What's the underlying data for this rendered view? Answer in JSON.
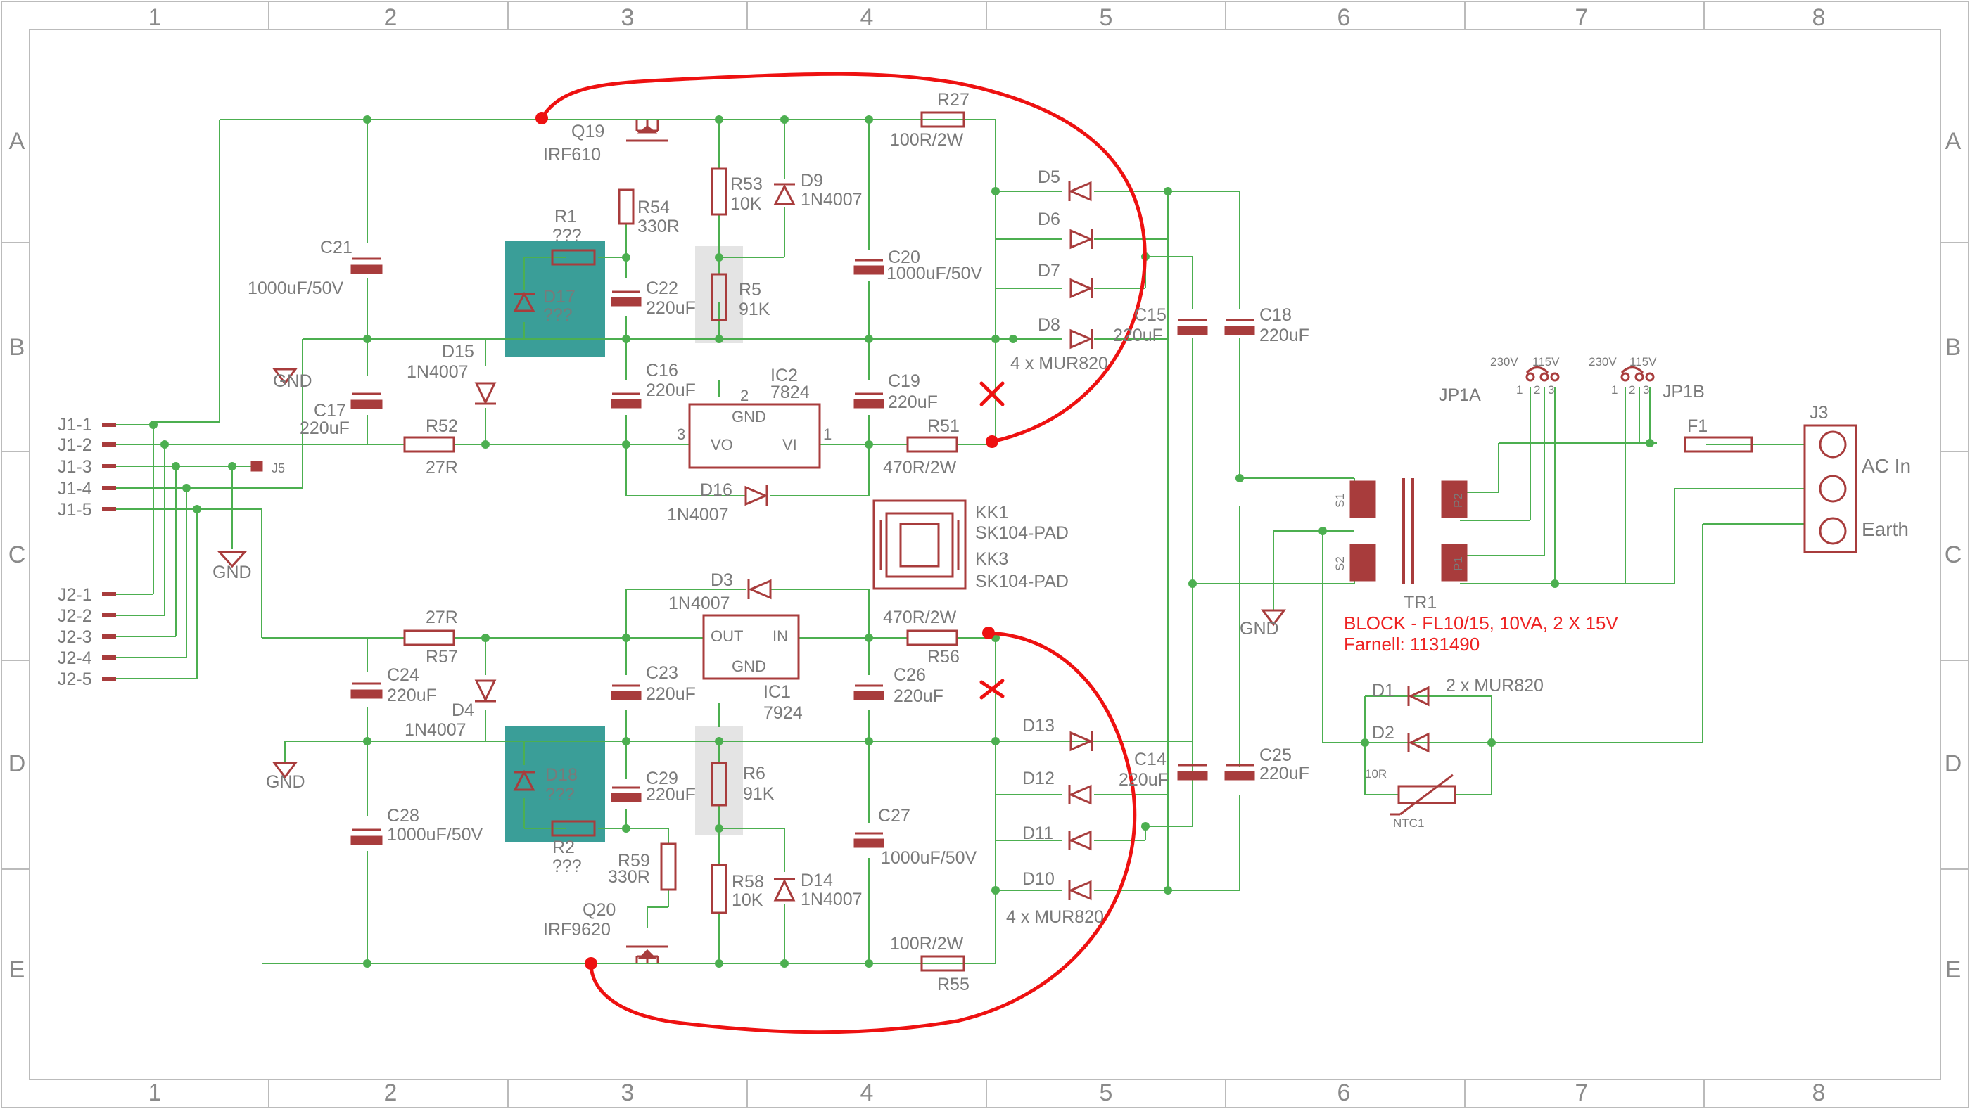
{
  "frame": {
    "columns": [
      "1",
      "2",
      "3",
      "4",
      "5",
      "6",
      "7",
      "8"
    ],
    "rows": [
      "A",
      "B",
      "C",
      "D",
      "E"
    ]
  },
  "connectors": {
    "j1": [
      "J1-1",
      "J1-2",
      "J1-3",
      "J1-4",
      "J1-5"
    ],
    "j2": [
      "J2-1",
      "J2-2",
      "J2-3",
      "J2-4",
      "J2-5"
    ],
    "j5": "J5",
    "j3": "J3",
    "ac_in": "AC In",
    "earth": "Earth"
  },
  "gnd_label": "GND",
  "components": {
    "q19": {
      "name": "Q19",
      "value": "IRF610"
    },
    "q20": {
      "name": "Q20",
      "value": "IRF9620"
    },
    "r54": {
      "name": "R54",
      "value": "330R"
    },
    "r53": {
      "name": "R53",
      "value": "10K"
    },
    "d9": {
      "name": "D9",
      "value": "1N4007"
    },
    "r27": {
      "name": "R27",
      "value": "100R/2W"
    },
    "c21": {
      "name": "C21",
      "value": "1000uF/50V"
    },
    "r1": {
      "name": "R1",
      "value": "???"
    },
    "d17": {
      "name": "D17",
      "value": "???"
    },
    "c22": {
      "name": "C22",
      "value": "220uF"
    },
    "r5": {
      "name": "R5",
      "value": "91K"
    },
    "c20": {
      "name": "C20",
      "value": "1000uF/50V"
    },
    "d15": {
      "name": "D15",
      "value": "1N4007"
    },
    "c17": {
      "name": "C17",
      "value": "220uF"
    },
    "c16": {
      "name": "C16",
      "value": "220uF"
    },
    "ic2": {
      "name": "IC2",
      "value": "7824"
    },
    "c19": {
      "name": "C19",
      "value": "220uF"
    },
    "r52": {
      "name": "R52",
      "value": "27R"
    },
    "r51": {
      "name": "R51",
      "value": "470R/2W"
    },
    "d16": {
      "name": "D16",
      "value": "1N4007"
    },
    "kk1": {
      "name": "KK1",
      "value": "SK104-PAD"
    },
    "kk3": {
      "name": "KK3",
      "value": "SK104-PAD"
    },
    "d3": {
      "name": "D3",
      "value": "1N4007"
    },
    "r57": {
      "name": "R57",
      "value": "27R"
    },
    "r56": {
      "name": "R56",
      "value": "470R/2W"
    },
    "c24": {
      "name": "C24",
      "value": "220uF"
    },
    "d4": {
      "name": "D4",
      "value": "1N4007"
    },
    "c23": {
      "name": "C23",
      "value": "220uF"
    },
    "ic1": {
      "name": "IC1",
      "value": "7924"
    },
    "c26": {
      "name": "C26",
      "value": "220uF"
    },
    "d18": {
      "name": "D18",
      "value": "???"
    },
    "c29": {
      "name": "C29",
      "value": "220uF"
    },
    "r6": {
      "name": "R6",
      "value": "91K"
    },
    "c28": {
      "name": "C28",
      "value": "1000uF/50V"
    },
    "c27": {
      "name": "C27",
      "value": "1000uF/50V"
    },
    "r2": {
      "name": "R2",
      "value": "???"
    },
    "r59": {
      "name": "R59",
      "value": "330R"
    },
    "r58": {
      "name": "R58",
      "value": "10K"
    },
    "d14": {
      "name": "D14",
      "value": "1N4007"
    },
    "r55": {
      "name": "R55",
      "value": "100R/2W"
    },
    "c15": {
      "name": "C15",
      "value": "220uF"
    },
    "c18": {
      "name": "C18",
      "value": "220uF"
    },
    "c14": {
      "name": "C14",
      "value": "220uF"
    },
    "c25": {
      "name": "C25",
      "value": "220uF"
    },
    "rect_pos": "4 x MUR820",
    "rect_neg": "4 x MUR820",
    "d5": "D5",
    "d6": "D6",
    "d7": "D7",
    "d8": "D8",
    "d10": "D10",
    "d11": "D11",
    "d12": "D12",
    "d13": "D13",
    "d1": "D1",
    "d2": "D2",
    "d12_pair": "2 x MUR820",
    "ntc1": {
      "name": "NTC1",
      "value": "10R"
    },
    "f1": "F1",
    "tr1": "TR1",
    "jp1a": "JP1A",
    "jp1b": "JP1B",
    "v230": "230V",
    "v115": "115V"
  },
  "regulator_pins": {
    "gnd": "GND",
    "vo": "VO",
    "vi": "VI",
    "out": "OUT",
    "in": "IN",
    "p1": "1",
    "p2": "2",
    "p3": "3"
  },
  "transformer_pins": {
    "s1": "S1",
    "s2": "S2",
    "p1": "P1",
    "p2": "P2"
  },
  "annotations": {
    "block_line1": "BLOCK - FL10/15, 10VA, 2 X 15V",
    "block_line2": "Farnell: 1131490"
  },
  "colors": {
    "wire": "#4caf50",
    "symbol": "#a83c3c",
    "text": "#7a7a7a",
    "markup": "#ee1111",
    "highlight": "#3a9e98",
    "frame": "#bbbbbb"
  }
}
